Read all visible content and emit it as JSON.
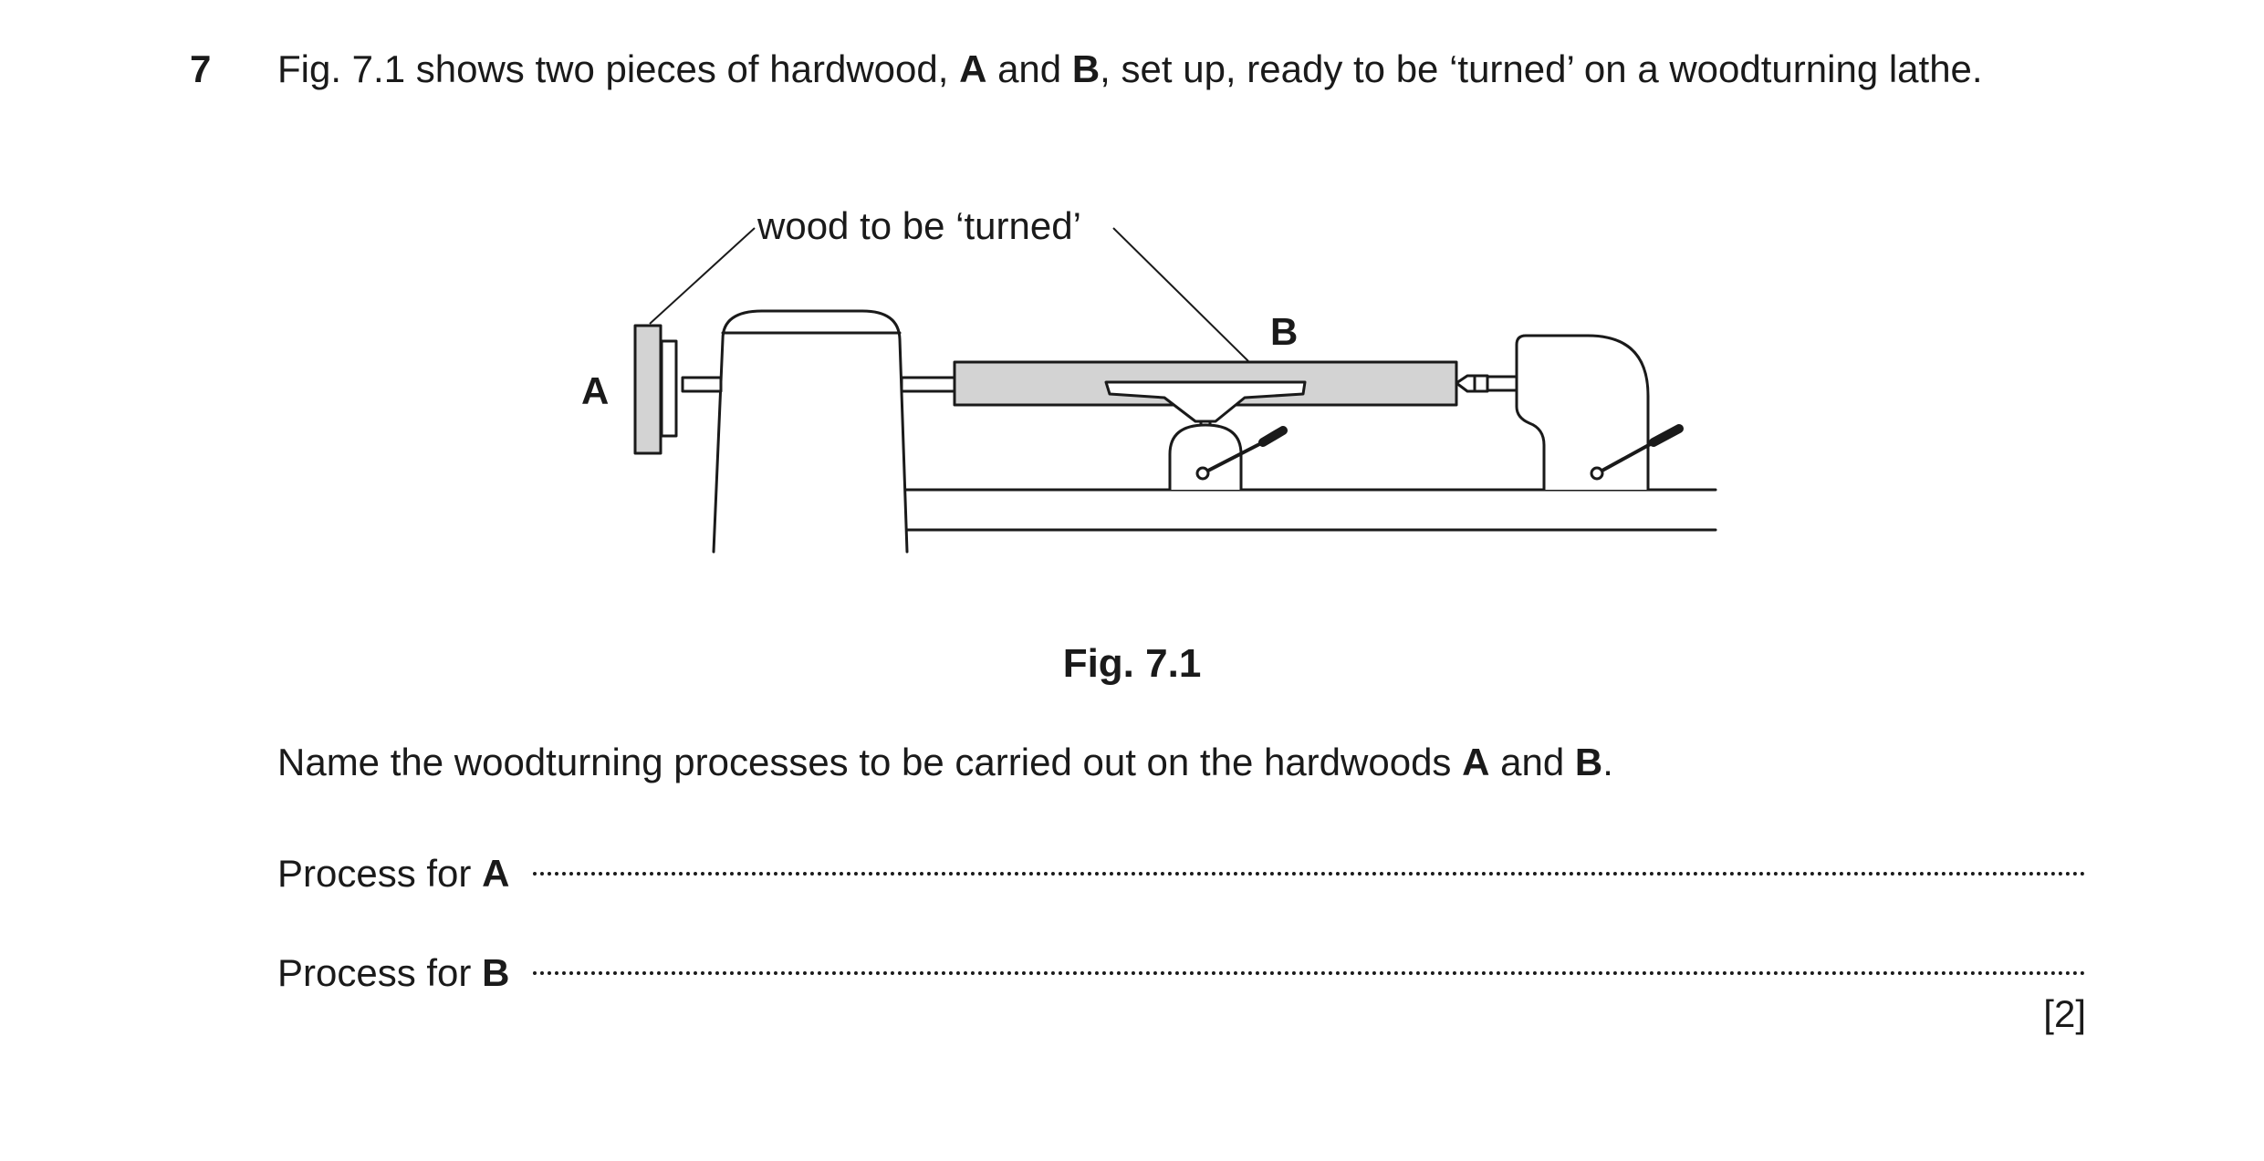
{
  "question": {
    "number": "7",
    "text_part1": "Fig. 7.1 shows two pieces of hardwood, ",
    "label_a": "A",
    "text_part2": " and ",
    "label_b": "B",
    "text_part3": ", set up, ready to be ‘turned’ on a woodturning lathe."
  },
  "figure": {
    "callout": "wood to be ‘turned’",
    "label_a": "A",
    "label_b": "B",
    "caption": "Fig. 7.1"
  },
  "instruction": {
    "text_part1": "Name the woodturning processes to be carried out on the hardwoods ",
    "label_a": "A",
    "text_part2": " and ",
    "label_b": "B",
    "text_part3": "."
  },
  "answers": [
    {
      "prefix": "Process for ",
      "label": "A"
    },
    {
      "prefix": "Process for ",
      "label": "B"
    }
  ],
  "marks": "[2]"
}
